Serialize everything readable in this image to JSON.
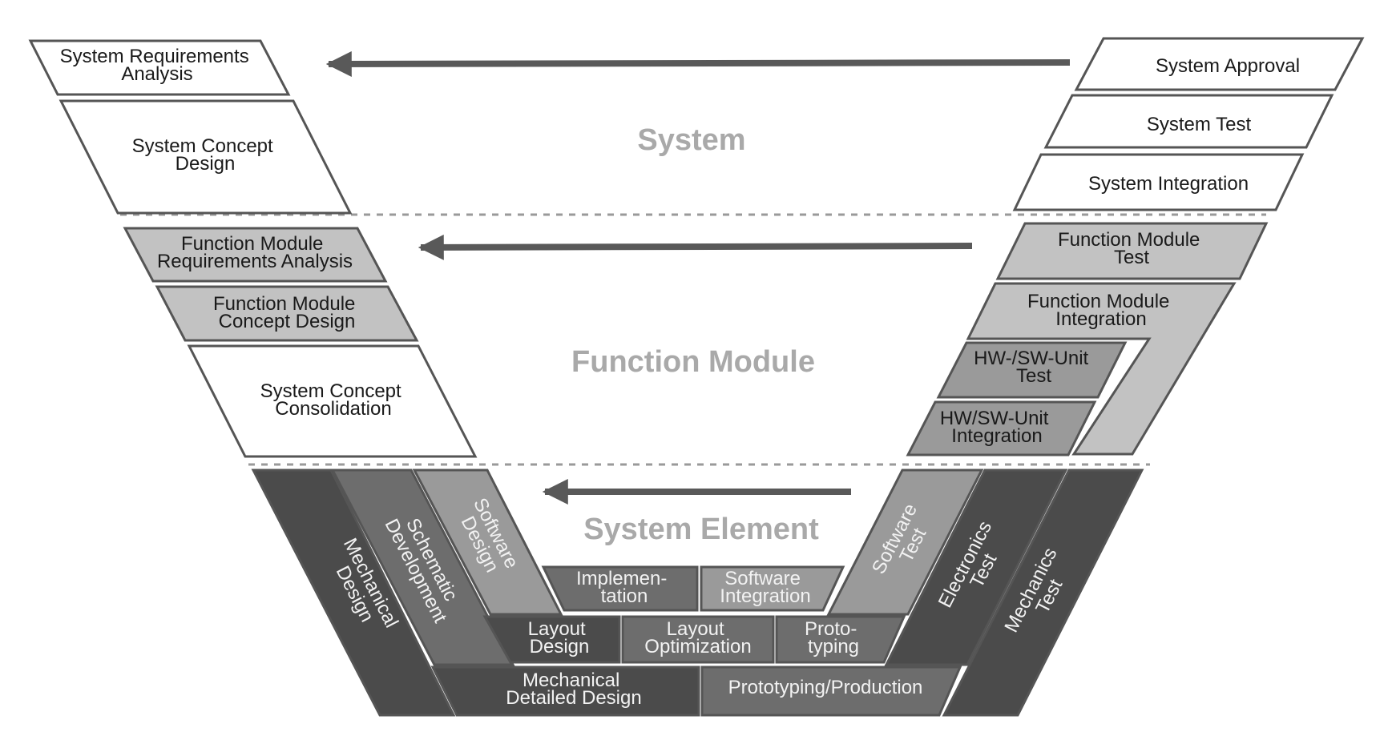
{
  "levels": {
    "system": "System",
    "function_module": "Function Module",
    "system_element": "System Element"
  },
  "system_left": {
    "requirements": [
      "System Requirements",
      "Analysis"
    ],
    "concept": [
      "System Concept",
      "Design"
    ]
  },
  "system_right": {
    "approval": "System Approval",
    "test": "System Test",
    "integration": "System Integration"
  },
  "function_left": {
    "requirements": [
      "Function Module",
      "Requirements Analysis"
    ],
    "concept": [
      "Function Module",
      "Concept Design"
    ],
    "consolidation": [
      "System Concept",
      "Consolidation"
    ]
  },
  "function_right": {
    "test": [
      "Function Module",
      "Test"
    ],
    "integration": [
      "Function Module",
      "Integration"
    ],
    "unit_test": [
      "HW-/SW-Unit",
      "Test"
    ],
    "unit_integration": [
      "HW/SW-Unit",
      "Integration"
    ]
  },
  "element_left": {
    "mechanical_design": [
      "Mechanical",
      "Design"
    ],
    "schematic": [
      "Schematic",
      "Development"
    ],
    "software_design": [
      "Software",
      "Design"
    ]
  },
  "element_right": {
    "software_test": [
      "Software",
      "Test"
    ],
    "electronics_test": [
      "Electronics",
      "Test"
    ],
    "mechanics_test": [
      "Mechanics",
      "Test"
    ]
  },
  "element_bottom": {
    "implementation": [
      "Implemen-",
      "tation"
    ],
    "software_integration": [
      "Software",
      "Integration"
    ],
    "layout_design": [
      "Layout",
      "Design"
    ],
    "layout_optimization": [
      "Layout",
      "Optimization"
    ],
    "prototyping": [
      "Proto-",
      "typing"
    ],
    "mechanical_detailed": [
      "Mechanical",
      "Detailed Design"
    ],
    "prototyping_production": "Prototyping/Production"
  },
  "colors": {
    "white": "#ffffff",
    "light_gray": "#c2c2c2",
    "mid_gray": "#9a9a9a",
    "dark_gray": "#6d6d6d",
    "darkest_gray": "#4b4b4b",
    "level_label": "#a9a9a9"
  }
}
